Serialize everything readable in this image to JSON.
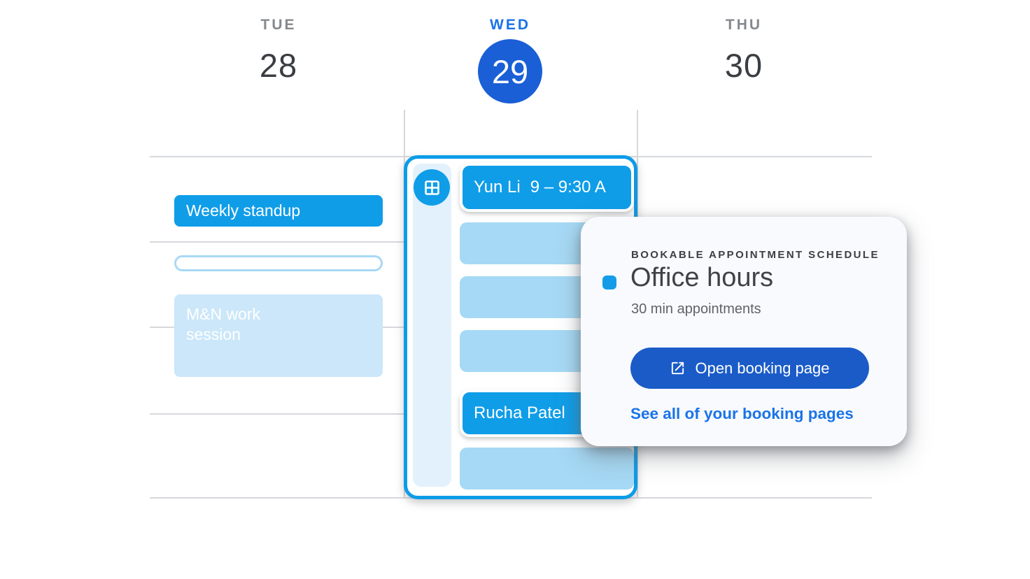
{
  "header": {
    "days": [
      {
        "name": "TUE",
        "date": "28",
        "selected": false
      },
      {
        "name": "WED",
        "date": "29",
        "selected": true
      },
      {
        "name": "THU",
        "date": "30",
        "selected": false
      }
    ]
  },
  "tuesday_events": {
    "standup": {
      "label": "Weekly standup"
    },
    "empty_slot": {
      "label": ""
    },
    "work_session": {
      "label": "M&N work session"
    }
  },
  "wednesday_schedule": {
    "appointments": {
      "first": {
        "name": "Yun Li",
        "time": "9 – 9:30 A"
      },
      "second": {
        "name": "Rucha Patel",
        "time": ""
      }
    },
    "free_slot_count": 4
  },
  "popup": {
    "eyebrow": "BOOKABLE APPOINTMENT SCHEDULE",
    "title": "Office hours",
    "subtitle": "30 min appointments",
    "button_label": "Open booking page",
    "link_label": "See all of your booking pages"
  },
  "colors": {
    "accent_sky_blue": "#0F9DE8",
    "light_slot_blue": "#A6D9F5",
    "strip_blue": "#E3F1FC",
    "tint_event_blue": "#CBE7F9",
    "selected_date_circle": "#1A5FD6",
    "selected_day_label": "#1A73E8",
    "button_blue": "#1A5BC8",
    "link_blue": "#1A73E8",
    "gridline_gray": "#D6D8DC",
    "card_background": "#F8FAFD",
    "heading_gray": "#3C4043",
    "subtitle_gray": "#5F6368",
    "day_label_gray": "#85898E"
  }
}
